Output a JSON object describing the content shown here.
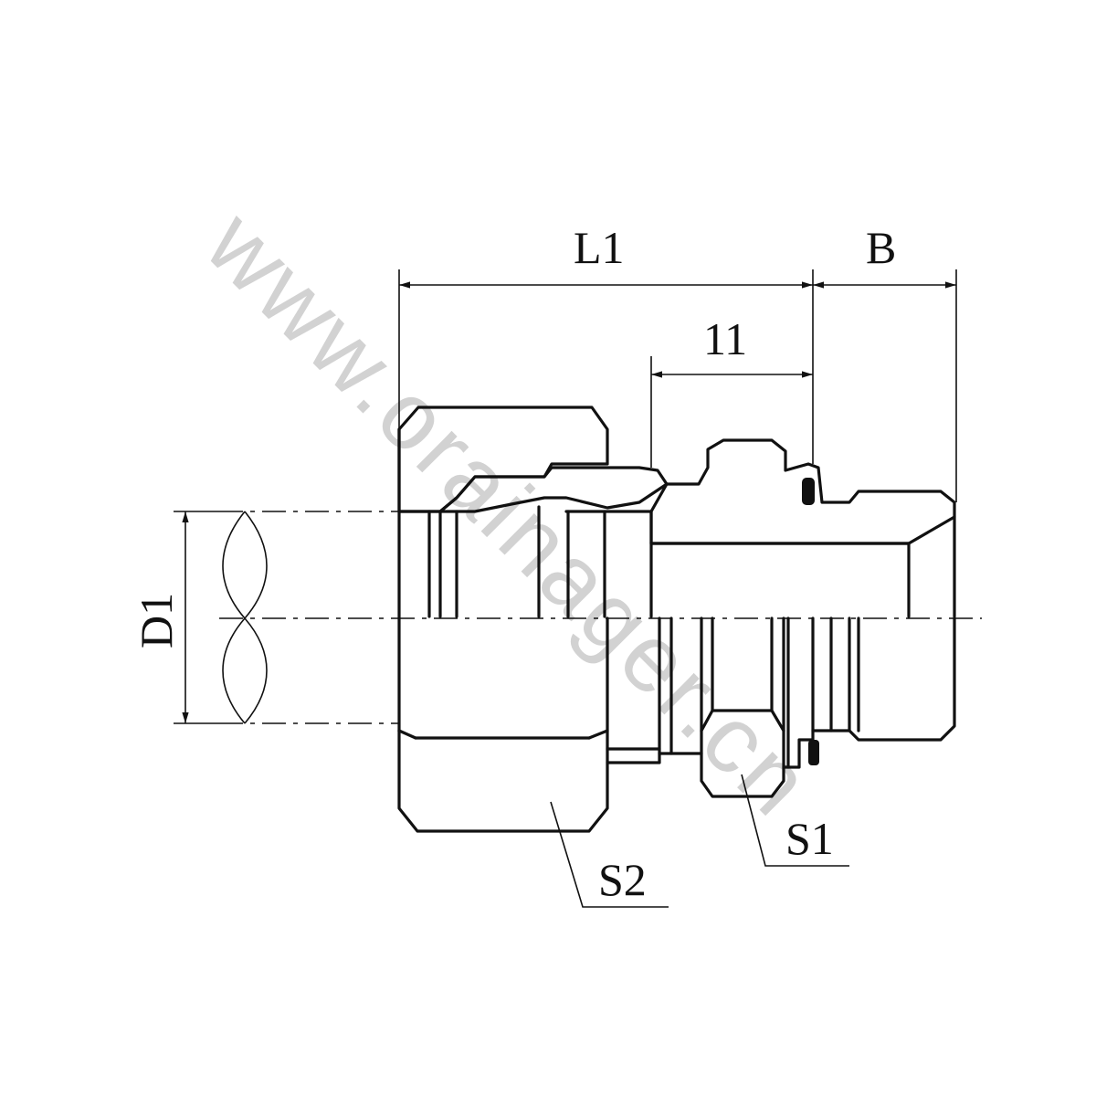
{
  "watermark": "www.orainager.cn",
  "labels": {
    "l1": "L1",
    "b": "B",
    "l1_small": "11",
    "d1": "D1",
    "s1": "S1",
    "s2": "S2"
  },
  "colors": {
    "line": "#111111",
    "watermark": "#d2d2d2",
    "background": "#ffffff"
  }
}
